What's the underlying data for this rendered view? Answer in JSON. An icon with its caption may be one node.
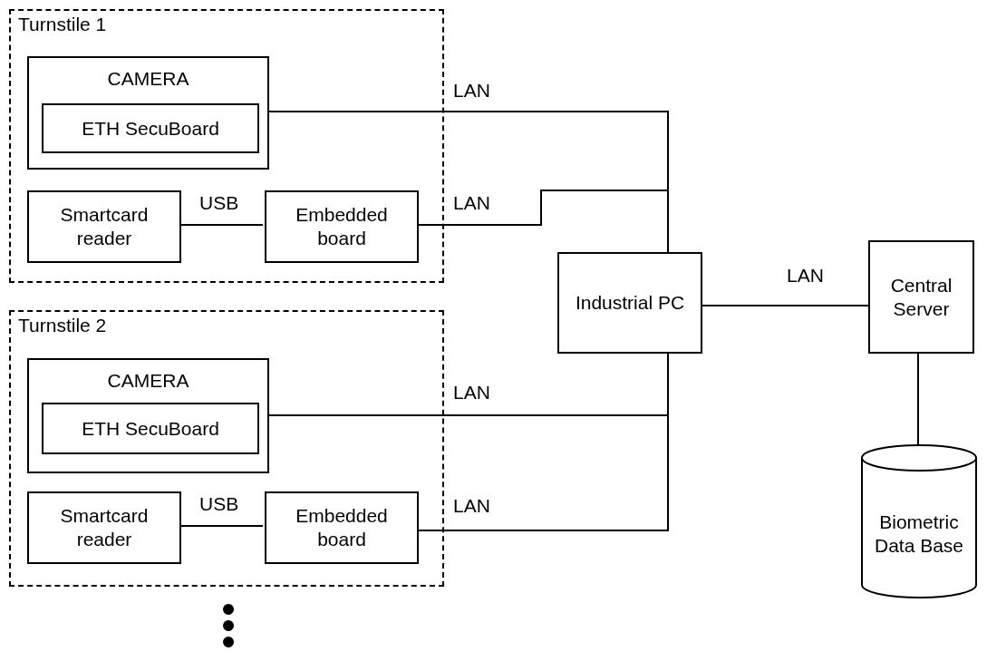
{
  "diagram": {
    "nodes": [
      {
        "text": [
          "Turnstile 1"
        ]
      },
      {
        "text": [
          "CAMERA"
        ],
        "in": 0
      },
      {
        "text": [
          "ETH SecuBoard"
        ],
        "in": 1
      },
      {
        "text": [
          "Smartcard reader"
        ],
        "in": 0
      },
      {
        "text": [
          "Embedded board"
        ],
        "in": 0
      },
      {
        "text": [
          "Turnstile 2"
        ]
      },
      {
        "text": [
          "CAMERA"
        ],
        "in": 5
      },
      {
        "text": [
          "ETH SecuBoard"
        ],
        "in": 6
      },
      {
        "text": [
          "Smartcard reader"
        ],
        "in": 5
      },
      {
        "text": [
          "Embedded board"
        ],
        "in": 5
      },
      {
        "text": [
          "Industrial PC"
        ]
      },
      {
        "text": [
          "Central Server"
        ]
      },
      {
        "text": [
          "Biometric Data Base"
        ]
      }
    ],
    "edges": [
      {
        "from": 3,
        "to": 4,
        "arrow": "none",
        "label": "USB"
      },
      {
        "from": 1,
        "to": 10,
        "arrow": "none",
        "label": "LAN"
      },
      {
        "from": 4,
        "to": 10,
        "arrow": "none",
        "label": "LAN"
      },
      {
        "from": 6,
        "to": 10,
        "arrow": "none",
        "label": "LAN"
      },
      {
        "from": 9,
        "to": 10,
        "arrow": "none",
        "label": "LAN"
      },
      {
        "from": 10,
        "to": 11,
        "arrow": "none",
        "label": "LAN"
      },
      {
        "from": 11,
        "to": 12,
        "arrow": "none"
      },
      {
        "from": 8,
        "to": 9,
        "arrow": "none",
        "label": "USB"
      }
    ]
  }
}
